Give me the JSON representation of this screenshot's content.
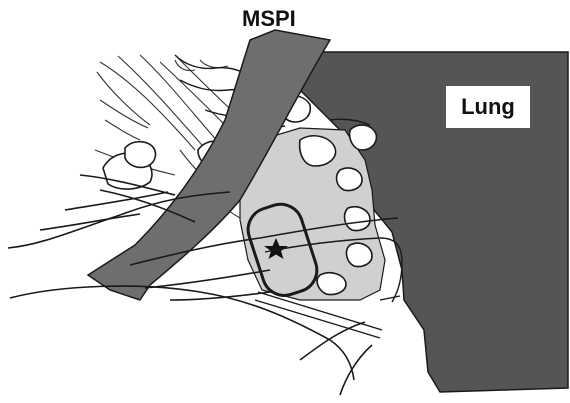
{
  "labels": {
    "top": "MSPI",
    "organ": "Lung"
  },
  "colors": {
    "organ_fill": "#555555",
    "band_fill": "#6e6e6e",
    "region_fill": "#d0d0d0",
    "line": "#1a1a1a"
  },
  "marker": {
    "symbol": "star"
  }
}
